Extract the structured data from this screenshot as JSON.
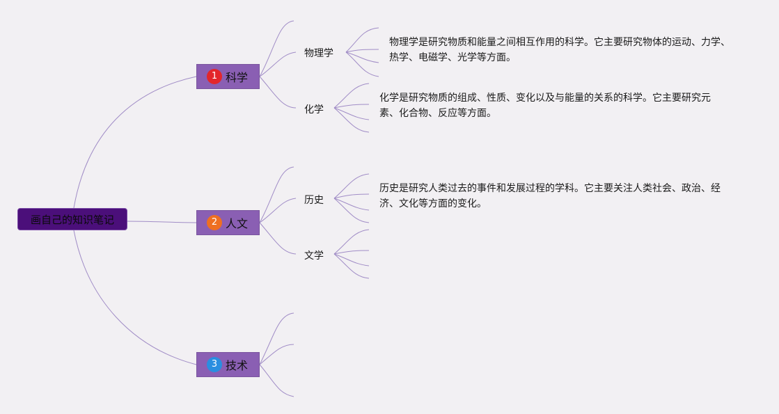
{
  "mindmap": {
    "root": {
      "label": "画自己的知识笔记"
    },
    "branches": [
      {
        "number": "1",
        "label": "科学",
        "badge_color": "#e3262b"
      },
      {
        "number": "2",
        "label": "人文",
        "badge_color": "#ee6f22"
      },
      {
        "number": "3",
        "label": "技术",
        "badge_color": "#2a8ee0"
      }
    ],
    "topics": {
      "physics": {
        "label": "物理学",
        "note": "物理学是研究物质和能量之间相互作用的科学。它主要研究物体的运动、力学、热学、电磁学、光学等方面。"
      },
      "chemistry": {
        "label": "化学",
        "note": "化学是研究物质的组成、性质、变化以及与能量的关系的科学。它主要研究元素、化合物、反应等方面。"
      },
      "history": {
        "label": "历史",
        "note": "历史是研究人类过去的事件和发展过程的学科。它主要关注人类社会、政治、经济、文化等方面的变化。"
      },
      "literature": {
        "label": "文学"
      }
    }
  },
  "colors": {
    "background": "#f2f0f3",
    "connector": "#a08cc6",
    "root_fill": "#4b0f7a",
    "branch_fill": "#8a5fb3"
  }
}
